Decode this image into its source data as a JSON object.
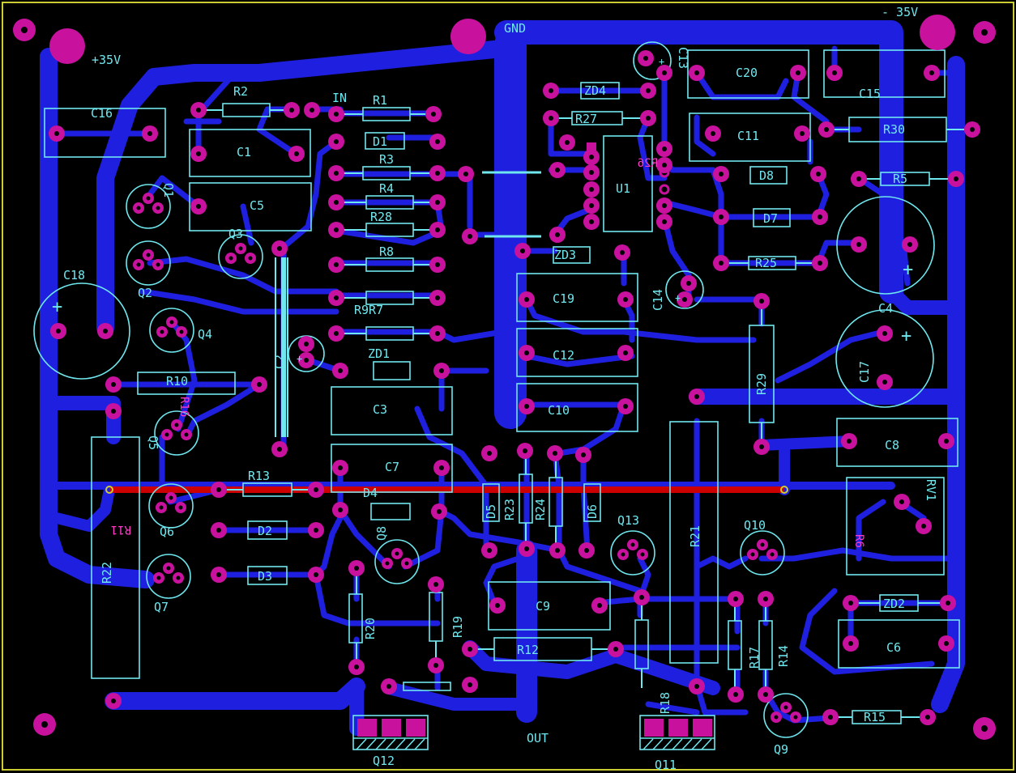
{
  "board": {
    "labels": {
      "v_pos": "+35V",
      "v_neg": "- 35V",
      "gnd": "GND",
      "in": "IN",
      "out": "OUT"
    },
    "colors": {
      "background": "#000000",
      "copper": "#1f1fe0",
      "pad": "#c8129e",
      "silkscreen": "#6fe7ee",
      "jumper": "#cc0000",
      "border": "#cccc33"
    }
  },
  "components": {
    "C16": "C16",
    "C1": "C1",
    "C5": "C5",
    "C18": "C18",
    "C2": "C2",
    "C3": "C3",
    "C7": "C7",
    "C8": "C8",
    "C6": "C6",
    "C9": "C9",
    "C10": "C10",
    "C11": "C11",
    "C12": "C12",
    "C13": "C13",
    "C14": "C14",
    "C15": "C15",
    "C17": "C17",
    "C19": "C19",
    "C20": "C20",
    "C4": "C4",
    "R1": "R1",
    "R2": "R2",
    "R3": "R3",
    "R4": "R4",
    "R5": "R5",
    "R8": "R8",
    "R9R7": "R9R7",
    "R10": "R10",
    "R11": "R11",
    "R12": "R12",
    "R13": "R13",
    "R14": "R14",
    "R15": "R15",
    "R17": "R17",
    "R18": "R18",
    "R19": "R19",
    "R20": "R20",
    "R21": "R21",
    "R22": "R22",
    "R23": "R23",
    "R24": "R24",
    "R25": "R25",
    "R27": "R27",
    "R28": "R28",
    "R29": "R29",
    "R30": "R30",
    "D1": "D1",
    "D2": "D2",
    "D3": "D3",
    "D4": "D4",
    "D5": "D5",
    "D6": "D6",
    "D7": "D7",
    "D8": "D8",
    "ZD1": "ZD1",
    "ZD2": "ZD2",
    "ZD3": "ZD3",
    "ZD4": "ZD4",
    "Q1": "Q1",
    "Q2": "Q2",
    "Q3": "Q3",
    "Q4": "Q4",
    "Q5": "Q5",
    "Q6": "Q6",
    "Q7": "Q7",
    "Q8": "Q8",
    "Q9": "Q9",
    "Q10": "Q10",
    "Q11": "Q11",
    "Q12": "Q12",
    "Q13": "Q13",
    "U1": "U1",
    "RV1": "RV1",
    "R26": "R26",
    "R16": "R16",
    "R6": "R6"
  }
}
